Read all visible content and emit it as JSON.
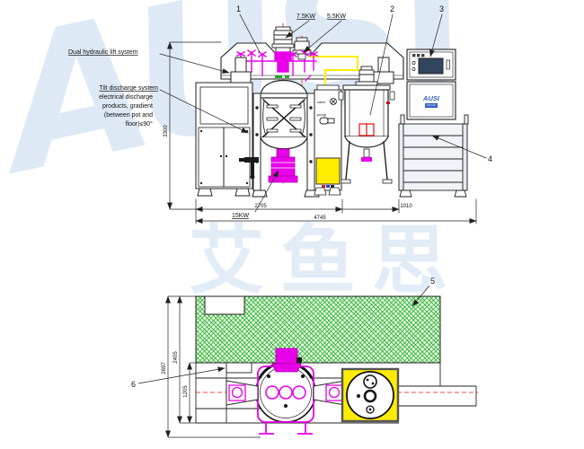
{
  "watermark": {
    "latin": "AUSI",
    "cjk": "艾鱼思"
  },
  "callouts": {
    "c1": "1",
    "c2": "2",
    "c3": "3",
    "c4": "4",
    "c5": "5",
    "c6": "6"
  },
  "labels": {
    "motor_left_power": "7.5KW",
    "motor_right_power": "5.5KW",
    "homogenizer_power": "15KW",
    "dual_hydraulic": "Dual hydraulic lift system",
    "tilt_line1": "Tilt discharge system",
    "tilt_line2": "electrical discharge",
    "tilt_line3": "products, gradient",
    "tilt_line4": "(between pot and",
    "tilt_line5": "floor)≤90°",
    "valve": "valve",
    "pump": "pump"
  },
  "dimensions": {
    "overall_height": "3300",
    "main_width": "2705",
    "pot_width": "1010",
    "total_width": "4745",
    "plan_depth_total": "2697",
    "plan_depth_mid": "2405",
    "plan_depth_machine": "1205"
  },
  "panel": {
    "brand": "AUSI"
  },
  "colors": {
    "magenta": "#e800e8",
    "yellow": "#ffec00",
    "green_hatch": "#2eb82e",
    "red_centerline": "#e81010",
    "brand_blue": "#2f5fc0",
    "watermark_blue": "#dde9f5"
  }
}
